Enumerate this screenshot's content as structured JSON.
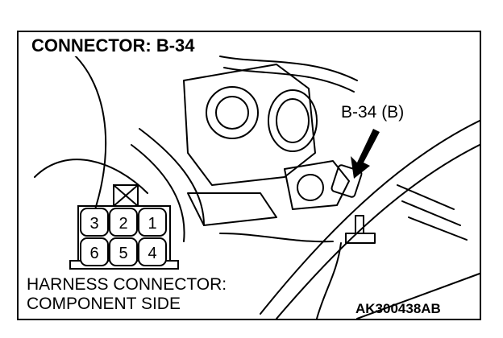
{
  "diagram": {
    "title": "CONNECTOR: B-34",
    "callout": "B-34 (B)",
    "harness_line1": "HARNESS CONNECTOR:",
    "harness_line2": "COMPONENT SIDE",
    "figure_code": "AK300438AB",
    "pins": [
      {
        "row": "top",
        "label": "3"
      },
      {
        "row": "top",
        "label": "2"
      },
      {
        "row": "top",
        "label": "1"
      },
      {
        "row": "bottom",
        "label": "6"
      },
      {
        "row": "bottom",
        "label": "5"
      },
      {
        "row": "bottom",
        "label": "4"
      }
    ]
  },
  "colors": {
    "line": "#000000",
    "background": "#ffffff"
  }
}
